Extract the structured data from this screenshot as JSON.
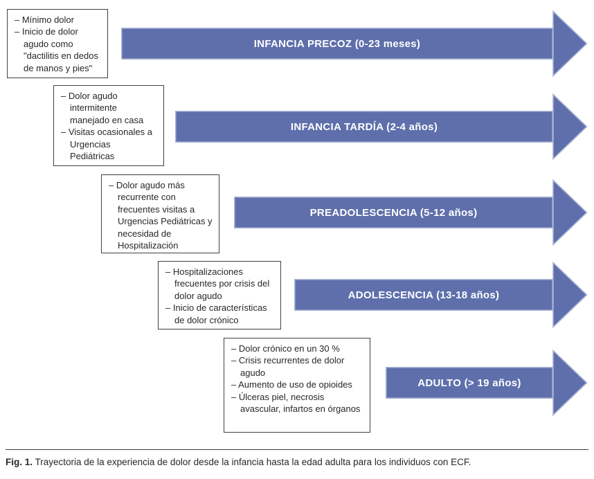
{
  "colors": {
    "arrow_fill": "#5e6fab",
    "arrow_edge": "#a9b3d4",
    "box_border": "#3f3f3f",
    "ink": "#2a2724",
    "label_text": "#ffffff"
  },
  "rows": [
    {
      "box": {
        "items": [
          "– Mínimo dolor",
          "– Inicio de dolor agudo como \"dactilitis en dedos de manos y pies\""
        ]
      },
      "arrow": {
        "label": "INFANCIA PRECOZ (0-23 meses)"
      }
    },
    {
      "box": {
        "items": [
          "– Dolor agudo intermitente manejado en casa",
          "– Visitas ocasionales a Urgencias Pediátricas"
        ]
      },
      "arrow": {
        "label": "INFANCIA TARDÍA (2-4 años)"
      }
    },
    {
      "box": {
        "items": [
          "– Dolor agudo más recurrente con frecuentes visitas a Urgencias Pediátricas y necesidad de Hospitalización"
        ]
      },
      "arrow": {
        "label": "PREADOLESCENCIA (5-12 años)"
      }
    },
    {
      "box": {
        "items": [
          "– Hospitalizaciones frecuentes por crisis del dolor agudo",
          "– Inicio de características de dolor crónico"
        ]
      },
      "arrow": {
        "label": "ADOLESCENCIA (13-18 años)"
      }
    },
    {
      "box": {
        "items": [
          "– Dolor crónico en un 30 %",
          "– Crisis recurrentes de dolor agudo",
          "– Aumento de uso de opioides",
          "– Úlceras piel, necrosis avascular, infartos en órganos"
        ]
      },
      "arrow": {
        "label": "ADULTO (> 19 años)"
      }
    }
  ],
  "caption": {
    "label": "Fig. 1.",
    "text": "Trayectoria de la experiencia de dolor desde la infancia hasta la edad adulta para los individuos con ECF."
  }
}
